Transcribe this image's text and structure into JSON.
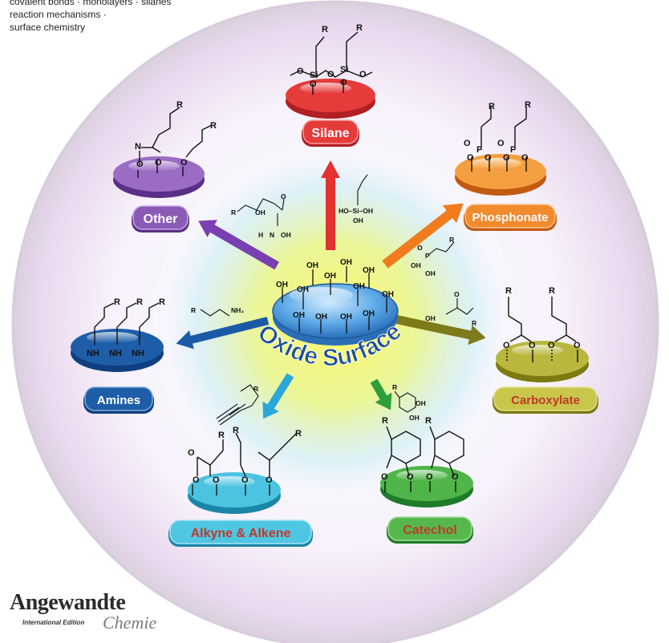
{
  "keywords": {
    "line1": "covalent bonds · monolayers · silanes",
    "line2": "reaction mechanisms ·",
    "line3": "surface chemistry"
  },
  "center": {
    "title": "Oxide Surface",
    "hydroxyl": "OH"
  },
  "groups": {
    "silane": {
      "label": "Silane",
      "color": "#e53b3b",
      "reagent": "HO–Si–OH"
    },
    "phosphonate": {
      "label": "Phosphonate",
      "color": "#f28a2e"
    },
    "carboxylate": {
      "label": "Carboxylate",
      "color": "#b7b53a"
    },
    "catechol": {
      "label": "Catechol",
      "color": "#4cae43"
    },
    "alkyne_alkene": {
      "label": "Alkyne & Alkene",
      "color": "#3fb9d9"
    },
    "amines": {
      "label": "Amines",
      "color": "#1e5ea8"
    },
    "other": {
      "label": "Other",
      "color": "#8a5bb5"
    }
  },
  "atoms": {
    "R": "R",
    "O": "O",
    "N": "N",
    "NH": "NH",
    "NH2": "NH₂",
    "OH": "OH",
    "Si": "Si",
    "P": "P",
    "H": "H"
  },
  "logo": {
    "name": "Angewandte",
    "edition": "International Edition",
    "chemie": "Chemie"
  }
}
